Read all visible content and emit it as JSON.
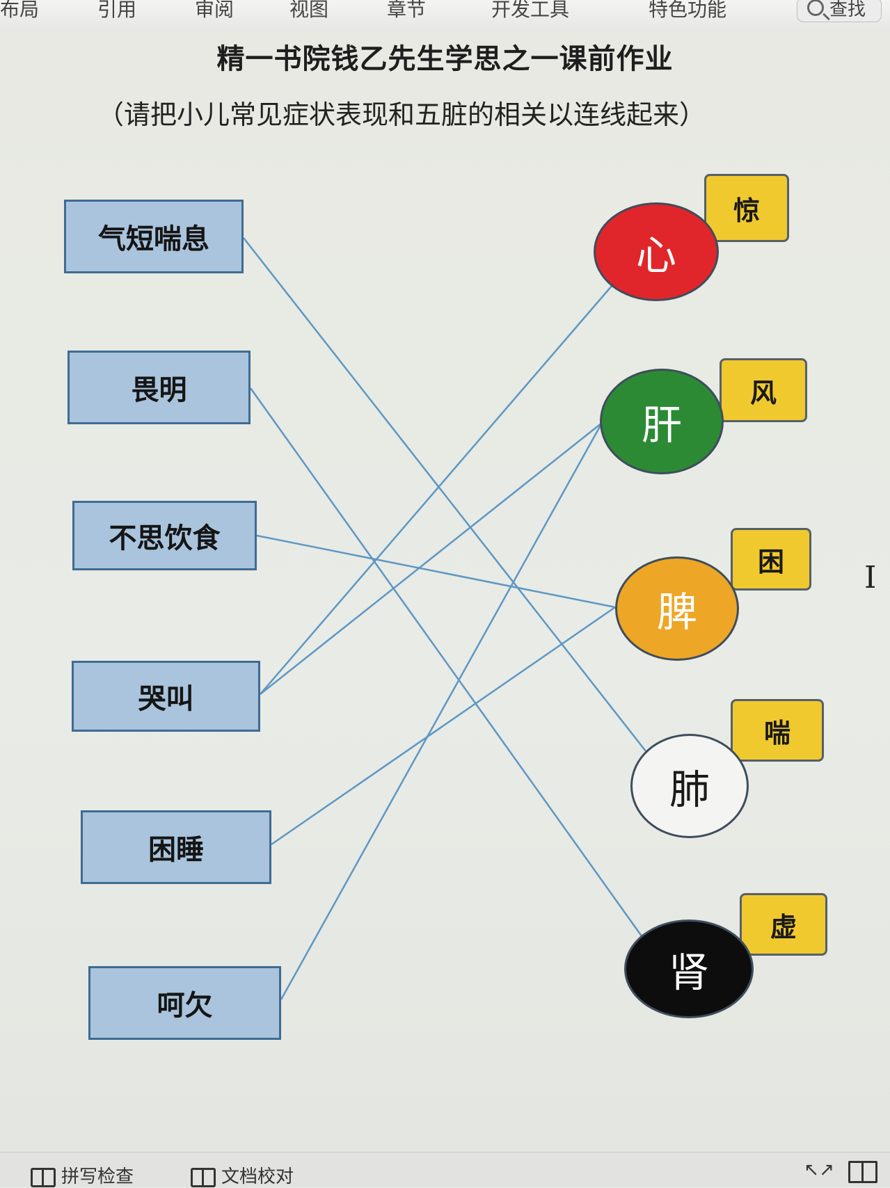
{
  "ribbon": {
    "tabs": [
      "布局",
      "引用",
      "审阅",
      "视图",
      "章节",
      "开发工具",
      "特色功能"
    ],
    "search_label": "查找"
  },
  "document": {
    "title": "精一书院钱乙先生学思之一课前作业",
    "subtitle": "（请把小儿常见症状表现和五脏的相关以连线起来）",
    "symptoms": [
      "气短喘息",
      "畏明",
      "不思饮食",
      "哭叫",
      "困睡",
      "呵欠"
    ],
    "organs": [
      {
        "name": "心",
        "tag": "惊",
        "color": "#e0262b",
        "text_color": "#ffffff"
      },
      {
        "name": "肝",
        "tag": "风",
        "color": "#2c8a35",
        "text_color": "#ffffff"
      },
      {
        "name": "脾",
        "tag": "困",
        "color": "#eea626",
        "text_color": "#ffffff"
      },
      {
        "name": "肺",
        "tag": "喘",
        "color": "#f4f4f2",
        "text_color": "#1a1a1a"
      },
      {
        "name": "肾",
        "tag": "虚",
        "color": "#0d0d0d",
        "text_color": "#ffffff"
      }
    ],
    "connections": [
      {
        "symptom": "气短喘息",
        "organ": "肺"
      },
      {
        "symptom": "畏明",
        "organ": "肾"
      },
      {
        "symptom": "不思饮食",
        "organ": "脾"
      },
      {
        "symptom": "哭叫",
        "organ": "心"
      },
      {
        "symptom": "哭叫",
        "organ": "肝"
      },
      {
        "symptom": "困睡",
        "organ": "脾"
      },
      {
        "symptom": "呵欠",
        "organ": "肝"
      }
    ],
    "line_color": "#5d97c4"
  },
  "statusbar": {
    "spell_check": "拼写检查",
    "doc_check": "文档校对"
  }
}
